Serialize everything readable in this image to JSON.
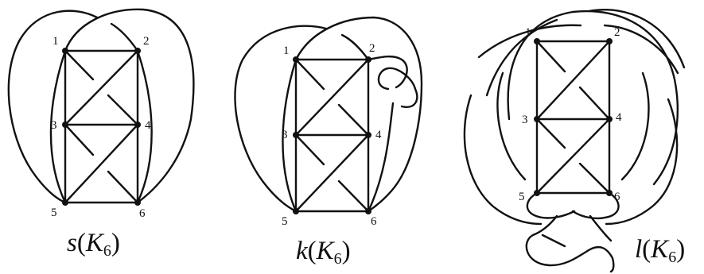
{
  "diagrams": [
    {
      "id": "s",
      "caption": "s(K6)",
      "caption_parts": {
        "fn": "s",
        "graph": "K",
        "sub": "6"
      },
      "vertex_labels": [
        "1",
        "2",
        "3",
        "4",
        "5",
        "6"
      ]
    },
    {
      "id": "k",
      "caption": "k(K6)",
      "caption_parts": {
        "fn": "k",
        "graph": "K",
        "sub": "6"
      },
      "vertex_labels": [
        "1",
        "2",
        "3",
        "4",
        "5",
        "6"
      ]
    },
    {
      "id": "l",
      "caption": "l(K6)",
      "caption_parts": {
        "fn": "l",
        "graph": "K",
        "sub": "6"
      },
      "vertex_labels": [
        "1",
        "2",
        "3",
        "4",
        "5",
        "6"
      ]
    }
  ]
}
